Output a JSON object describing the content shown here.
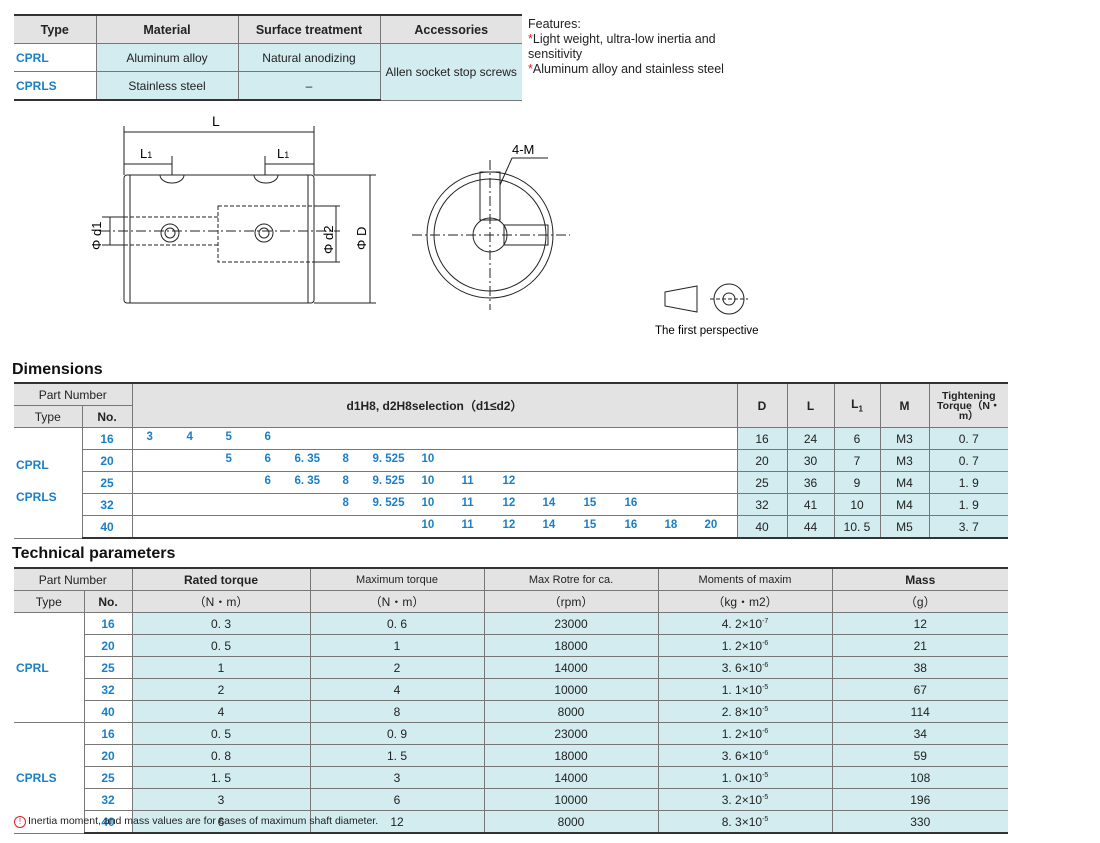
{
  "type_table": {
    "headers": [
      "Type",
      "Material",
      "Surface treatment",
      "Accessories"
    ],
    "rows": [
      {
        "type": "CPRL",
        "material": "Aluminum alloy",
        "surface": "Natural anodizing"
      },
      {
        "type": "CPRLS",
        "material": "Stainless steel",
        "surface": "–"
      }
    ],
    "accessories": "Allen socket stop screws"
  },
  "features": {
    "title": "Features:",
    "items": [
      "Light weight, ultra-low inertia and sensitivity",
      "Aluminum alloy and stainless steel"
    ]
  },
  "drawing": {
    "L": "L",
    "L1_left": "L",
    "L1_right": "L",
    "L1_sub": "1",
    "d1": "Φ d1",
    "d2": "Φ d2",
    "D": "Φ D",
    "screw": "4-M",
    "perspective": "The first perspective"
  },
  "dimensions": {
    "title": "Dimensions",
    "part_number": "Part Number",
    "type_h": "Type",
    "no_h": "No.",
    "selection_h": "d1H8, d2H8selection（d1≤d2）",
    "D_h": "D",
    "L_h": "L",
    "L1_h": "L",
    "L1_sub": "1",
    "M_h": "M",
    "torque_h": "Tightening Torque（N・m）",
    "types": [
      "CPRL",
      "CPRLS"
    ],
    "columns": [
      "3",
      "4",
      "5",
      "6",
      "6. 35",
      "8",
      "9. 525",
      "10",
      "11",
      "12",
      "14",
      "15",
      "16",
      "18",
      "20"
    ],
    "rows": [
      {
        "no": "16",
        "sel": [
          "3",
          "4",
          "5",
          "6",
          "",
          "",
          "",
          "",
          "",
          "",
          "",
          "",
          "",
          "",
          ""
        ],
        "D": "16",
        "L": "24",
        "L1": "6",
        "M": "M3",
        "T": "0. 7"
      },
      {
        "no": "20",
        "sel": [
          "",
          "",
          "5",
          "6",
          "6. 35",
          "8",
          "9. 525",
          "10",
          "",
          "",
          "",
          "",
          "",
          "",
          ""
        ],
        "D": "20",
        "L": "30",
        "L1": "7",
        "M": "M3",
        "T": "0. 7"
      },
      {
        "no": "25",
        "sel": [
          "",
          "",
          "",
          "6",
          "6. 35",
          "8",
          "9. 525",
          "10",
          "11",
          "12",
          "",
          "",
          "",
          "",
          ""
        ],
        "D": "25",
        "L": "36",
        "L1": "9",
        "M": "M4",
        "T": "1. 9"
      },
      {
        "no": "32",
        "sel": [
          "",
          "",
          "",
          "",
          "",
          "8",
          "9. 525",
          "10",
          "11",
          "12",
          "14",
          "15",
          "16",
          "",
          ""
        ],
        "D": "32",
        "L": "41",
        "L1": "10",
        "M": "M4",
        "T": "1. 9"
      },
      {
        "no": "40",
        "sel": [
          "",
          "",
          "",
          "",
          "",
          "",
          "",
          "10",
          "11",
          "12",
          "14",
          "15",
          "16",
          "18",
          "20"
        ],
        "D": "40",
        "L": "44",
        "L1": "10. 5",
        "M": "M5",
        "T": "3. 7"
      }
    ]
  },
  "technical": {
    "title": "Technical parameters",
    "part_number": "Part Number",
    "type_h": "Type",
    "no_h": "No.",
    "rated_h": "Rated torque",
    "rated_u": "（N・m）",
    "max_h": "Maximum torque",
    "max_u": "（N・m）",
    "rpm_h": "Max Rotre for ca.",
    "rpm_u": "（rpm）",
    "inertia_h": "Moments of maxim",
    "inertia_u": "（kg・m2）",
    "mass_h": "Mass",
    "mass_u": "（g）",
    "groups": [
      {
        "type": "CPRL",
        "rows": [
          {
            "no": "16",
            "rated": "0. 3",
            "max": "0. 6",
            "rpm": "23000",
            "inertia": "4. 2×10",
            "exp": "-7",
            "mass": "12"
          },
          {
            "no": "20",
            "rated": "0. 5",
            "max": "1",
            "rpm": "18000",
            "inertia": "1. 2×10",
            "exp": "-6",
            "mass": "21"
          },
          {
            "no": "25",
            "rated": "1",
            "max": "2",
            "rpm": "14000",
            "inertia": "3. 6×10",
            "exp": "-6",
            "mass": "38"
          },
          {
            "no": "32",
            "rated": "2",
            "max": "4",
            "rpm": "10000",
            "inertia": "1. 1×10",
            "exp": "-5",
            "mass": "67"
          },
          {
            "no": "40",
            "rated": "4",
            "max": "8",
            "rpm": "8000",
            "inertia": "2. 8×10",
            "exp": "-5",
            "mass": "114"
          }
        ]
      },
      {
        "type": "CPRLS",
        "rows": [
          {
            "no": "16",
            "rated": "0. 5",
            "max": "0. 9",
            "rpm": "23000",
            "inertia": "1. 2×10",
            "exp": "-6",
            "mass": "34"
          },
          {
            "no": "20",
            "rated": "0. 8",
            "max": "1. 5",
            "rpm": "18000",
            "inertia": "3. 6×10",
            "exp": "-6",
            "mass": "59"
          },
          {
            "no": "25",
            "rated": "1. 5",
            "max": "3",
            "rpm": "14000",
            "inertia": "1. 0×10",
            "exp": "-5",
            "mass": "108"
          },
          {
            "no": "32",
            "rated": "3",
            "max": "6",
            "rpm": "10000",
            "inertia": "3. 2×10",
            "exp": "-5",
            "mass": "196"
          },
          {
            "no": "40",
            "rated": "6",
            "max": "12",
            "rpm": "8000",
            "inertia": "8. 3×10",
            "exp": "-5",
            "mass": "330"
          }
        ]
      }
    ],
    "note": "Inertia moment, and mass values are for cases of maximum shaft diameter."
  }
}
